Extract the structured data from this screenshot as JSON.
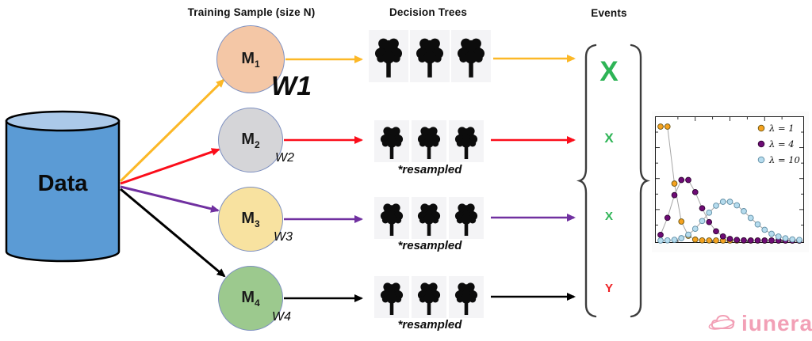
{
  "headers": {
    "training": "Training Sample (size N)",
    "trees": "Decision Trees",
    "events": "Events"
  },
  "data_source": {
    "label": "Data",
    "body_color": "#5b9bd5",
    "top_color": "#abc9e9"
  },
  "samples": [
    {
      "label": "M",
      "sub": "1",
      "weight": "W1",
      "fill": "#f4c7a6",
      "arrow_color": "#fcb827"
    },
    {
      "label": "M",
      "sub": "2",
      "weight": "W2",
      "fill": "#d5d5d8",
      "arrow_color": "#fb0d1a"
    },
    {
      "label": "M",
      "sub": "3",
      "weight": "W3",
      "fill": "#f8e2a0",
      "arrow_color": "#7030a0"
    },
    {
      "label": "M",
      "sub": "4",
      "weight": "W4",
      "fill": "#9cc98e",
      "arrow_color": "#000000"
    }
  ],
  "tree_rows": [
    {
      "trees": 3,
      "note": ""
    },
    {
      "trees": 3,
      "note": "*resampled"
    },
    {
      "trees": 3,
      "note": "*resampled"
    },
    {
      "trees": 3,
      "note": "*resampled"
    }
  ],
  "events": {
    "items": [
      {
        "symbol": "X",
        "color": "#2eb456"
      },
      {
        "symbol": "X",
        "color": "#2eb456"
      },
      {
        "symbol": "X",
        "color": "#2eb456"
      },
      {
        "symbol": "Y",
        "color": "#ee2024"
      }
    ],
    "brace_color": "#3d3d3d"
  },
  "chart_data": {
    "type": "line",
    "x": [
      0,
      1,
      2,
      3,
      4,
      5,
      6,
      7,
      8,
      9,
      10,
      11,
      12,
      13,
      14,
      15,
      16,
      17,
      18,
      19,
      20
    ],
    "series": [
      {
        "name": "λ = 1",
        "color": "#f5a21f",
        "edge": "#6b5512",
        "values": [
          0.3679,
          0.3679,
          0.1839,
          0.0613,
          0.0153,
          0.0031,
          0.0005,
          0.0001,
          0,
          0,
          0,
          0,
          0,
          0,
          0,
          0,
          0,
          0,
          0,
          0,
          0
        ]
      },
      {
        "name": "λ = 4",
        "color": "#6e0b75",
        "edge": "#2d0331",
        "values": [
          0.0183,
          0.0733,
          0.1465,
          0.1954,
          0.1954,
          0.1563,
          0.1042,
          0.0595,
          0.0298,
          0.0132,
          0.0053,
          0.0019,
          0.0006,
          0.0002,
          0.0001,
          0,
          0,
          0,
          0,
          0,
          0
        ]
      },
      {
        "name": "λ = 10",
        "color": "#b6dcee",
        "edge": "#5f8da4",
        "values": [
          0,
          0.0005,
          0.0023,
          0.0076,
          0.0189,
          0.0378,
          0.0631,
          0.0901,
          0.1126,
          0.1251,
          0.1251,
          0.1137,
          0.0948,
          0.0729,
          0.0521,
          0.0347,
          0.0217,
          0.0128,
          0.0071,
          0.0037,
          0.0019
        ]
      }
    ],
    "xlim": [
      0,
      20
    ],
    "ylim": [
      0,
      0.4
    ],
    "line_color": "#a6a6a6",
    "legend_position": "top-right",
    "grid": false,
    "title": "",
    "xlabel": "",
    "ylabel": ""
  },
  "logo": {
    "text": "iunera",
    "color": "#f2a0b6"
  }
}
